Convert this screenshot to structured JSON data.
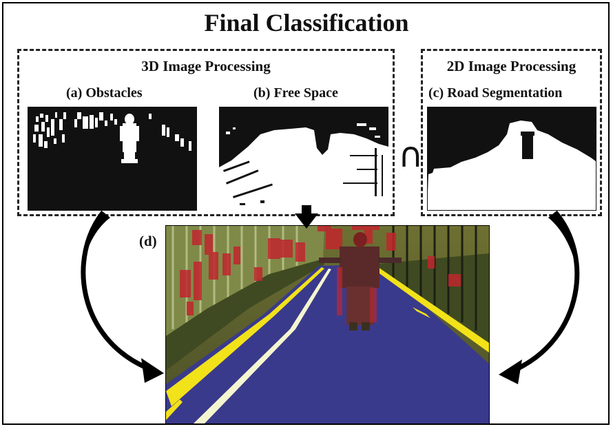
{
  "figure": {
    "title": "Final Classification",
    "groups": {
      "three_d": {
        "title": "3D Image Processing"
      },
      "two_d": {
        "title": "2D Image Processing"
      }
    },
    "panels": {
      "a": {
        "label": "(a) Obstacles"
      },
      "b": {
        "label": "(b) Free Space"
      },
      "c": {
        "label": "(c) Road Segmentation"
      },
      "d": {
        "label": "(d)"
      }
    },
    "operator": {
      "symbol": "∩"
    },
    "colors": {
      "mask_background": "#111111",
      "mask_foreground": "#ffffff",
      "road": "#3a3a8c",
      "obstacle_overlay": "#c0262d",
      "lane_line": "#f2e21a",
      "arrow": "#000000"
    }
  }
}
